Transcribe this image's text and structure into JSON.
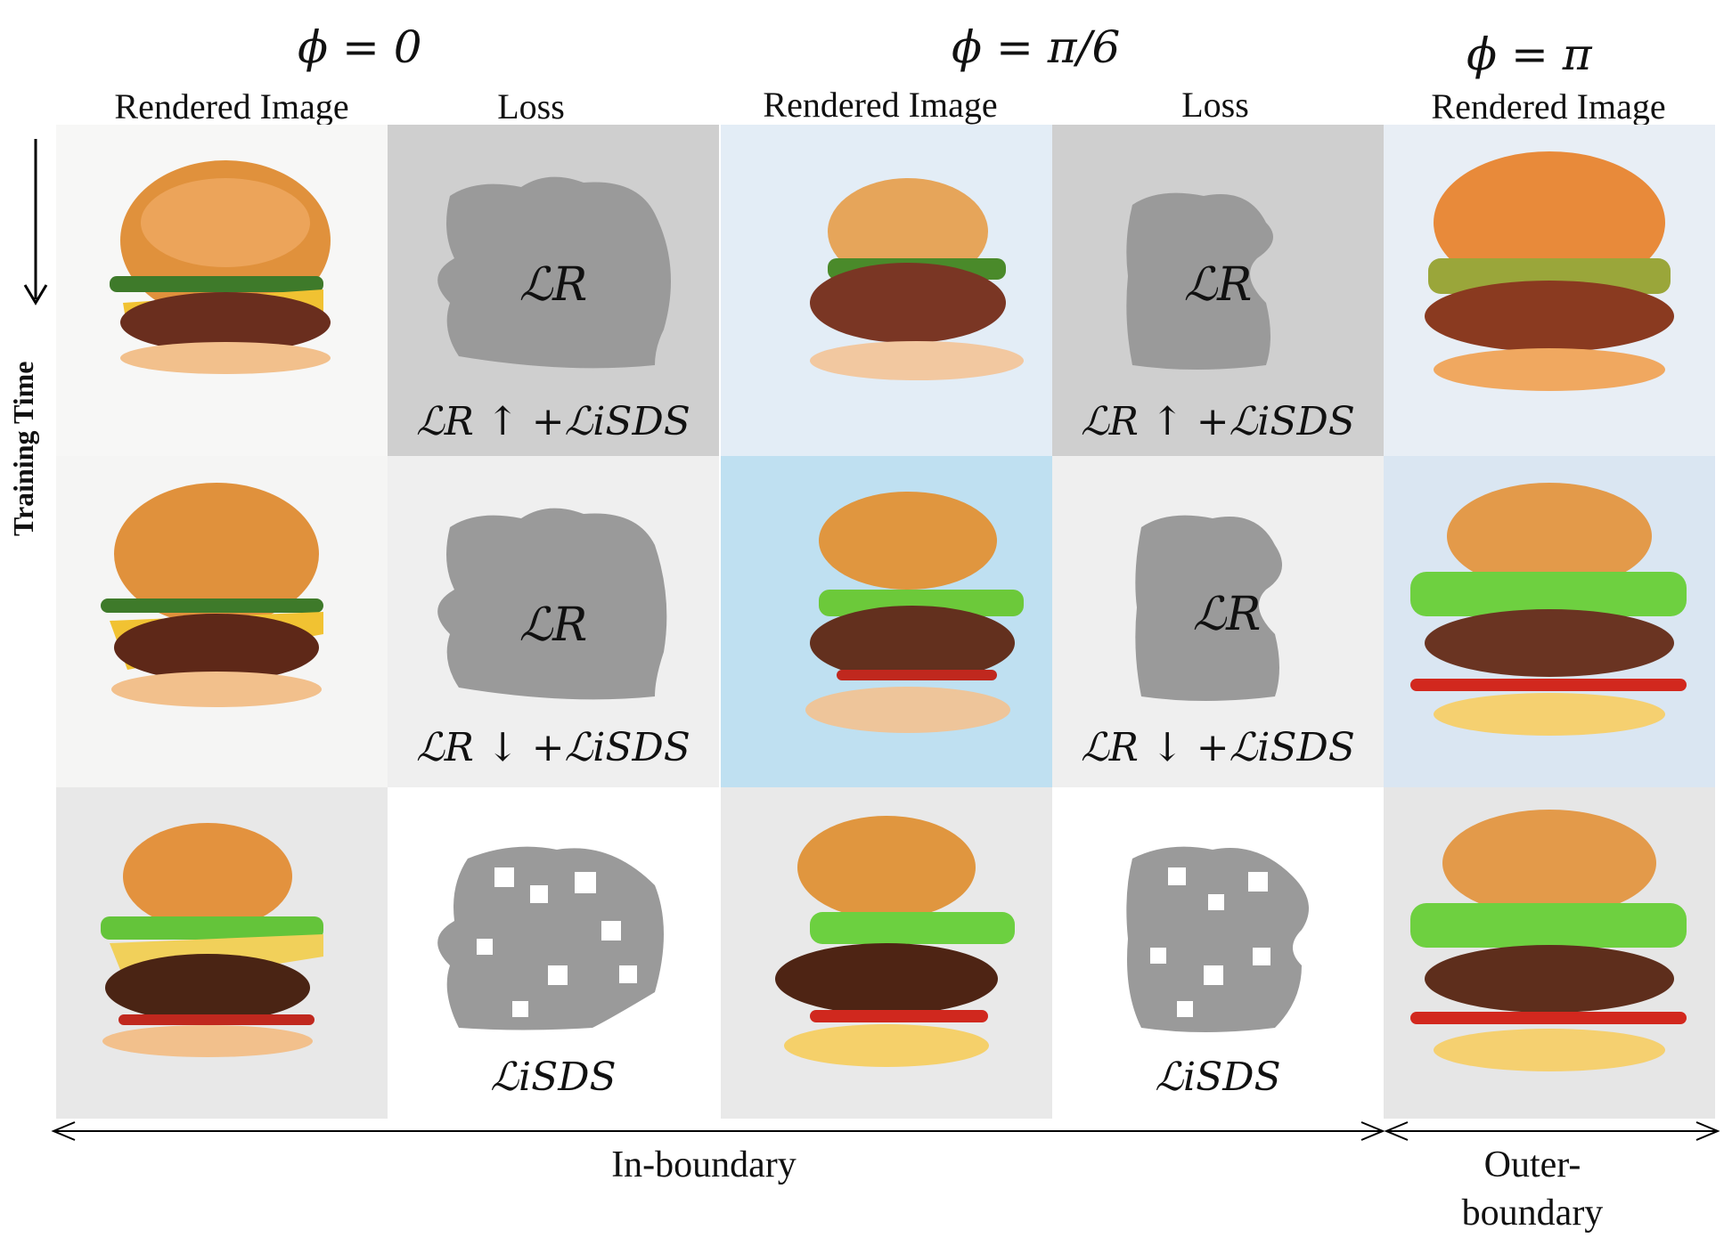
{
  "headers": {
    "phi0": "ϕ = 0",
    "phi_pi6": "ϕ = π/6",
    "phi_pi": "ϕ = π"
  },
  "columns": [
    "Rendered Image",
    "Loss",
    "Rendered Image",
    "Loss",
    "Rendered Image"
  ],
  "side_label": "Training Time",
  "loss_cells": {
    "r1c2_center": "ℒR",
    "r1c2_label": "ℒR ↑ +ℒiSDS",
    "r1c4_center": "ℒR",
    "r1c4_label": "ℒR ↑ +ℒiSDS",
    "r2c2_center": "ℒR",
    "r2c2_label": "ℒR ↓ +ℒiSDS",
    "r2c4_center": "ℒR",
    "r2c4_label": "ℒR ↓ +ℒiSDS",
    "r3c2_label": "ℒiSDS",
    "r3c4_label": "ℒiSDS"
  },
  "bottom": {
    "in_boundary": "In-boundary",
    "outer_line1": "Outer-",
    "outer_line2": "boundary"
  },
  "colors": {
    "loss_dark_bg": "#cfcfcf",
    "loss_mid_bg": "#efefef",
    "mask_gray": "#9a9a9a"
  }
}
